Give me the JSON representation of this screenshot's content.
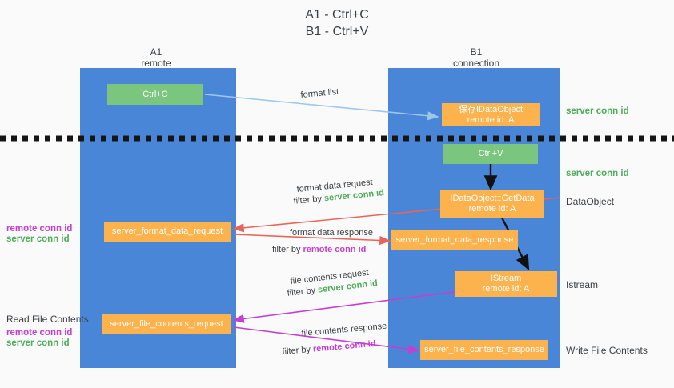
{
  "title": "A1 - Ctrl+C\nB1 - Ctrl+V",
  "columns": [
    {
      "name": "A1",
      "sub": "remote"
    },
    {
      "name": "B1",
      "sub": "connection"
    }
  ],
  "colors": {
    "lane": "#4a86d8",
    "green_box": "#7bc67e",
    "orange_box": "#fcb24d",
    "server_conn": "#4eac5b",
    "remote_conn": "#c43fd1",
    "format_arrow": "#9ec7e8",
    "format_data_arrow": "#e8645a",
    "file_contents_arrow": "#c43fd1",
    "black_arrow": "#000000",
    "background": "#fafafa"
  },
  "nodes": {
    "ctrl_c": "Ctrl+C",
    "ctrl_v": "Ctrl+V",
    "save_idataobject_l1": "保存IDataObject",
    "save_idataobject_l2": "remote id: A",
    "getdata_l1": "IDataObject::GetData",
    "getdata_l2": "remote id: A",
    "istream_l1": "IStream",
    "istream_l2": "remote id: A",
    "server_format_data_request": "server_format_data_request",
    "server_format_data_response": "server_format_data_response",
    "server_file_contents_request": "server_file_contents_request",
    "server_file_contents_response": "server_file_contents_response"
  },
  "right_labels": {
    "server_conn_id_top": "server conn id",
    "server_conn_id_mid": "server conn id",
    "dataobject": "DataObject",
    "istream": "Istream",
    "write_file_contents": "Write File Contents"
  },
  "left_labels": {
    "remote_conn_id_1": "remote conn id",
    "server_conn_id_1": "server conn id",
    "read_file_contents": "Read File Contents",
    "remote_conn_id_2": "remote conn id",
    "server_conn_id_2": "server conn id"
  },
  "edges": {
    "format_list": "format list",
    "format_data_request": "format data request",
    "format_data_request_filter_prefix": "filter by ",
    "format_data_request_filter_value": "server conn id",
    "format_data_response": "format data response",
    "format_data_response_filter_prefix": "filter by ",
    "format_data_response_filter_value": "remote conn id",
    "file_contents_request": "file contents request",
    "file_contents_request_filter_prefix": "filter by ",
    "file_contents_request_filter_value": "server conn id",
    "file_contents_response": "file contents response",
    "file_contents_response_filter_prefix": "filter by ",
    "file_contents_response_filter_value": "remote conn id"
  }
}
